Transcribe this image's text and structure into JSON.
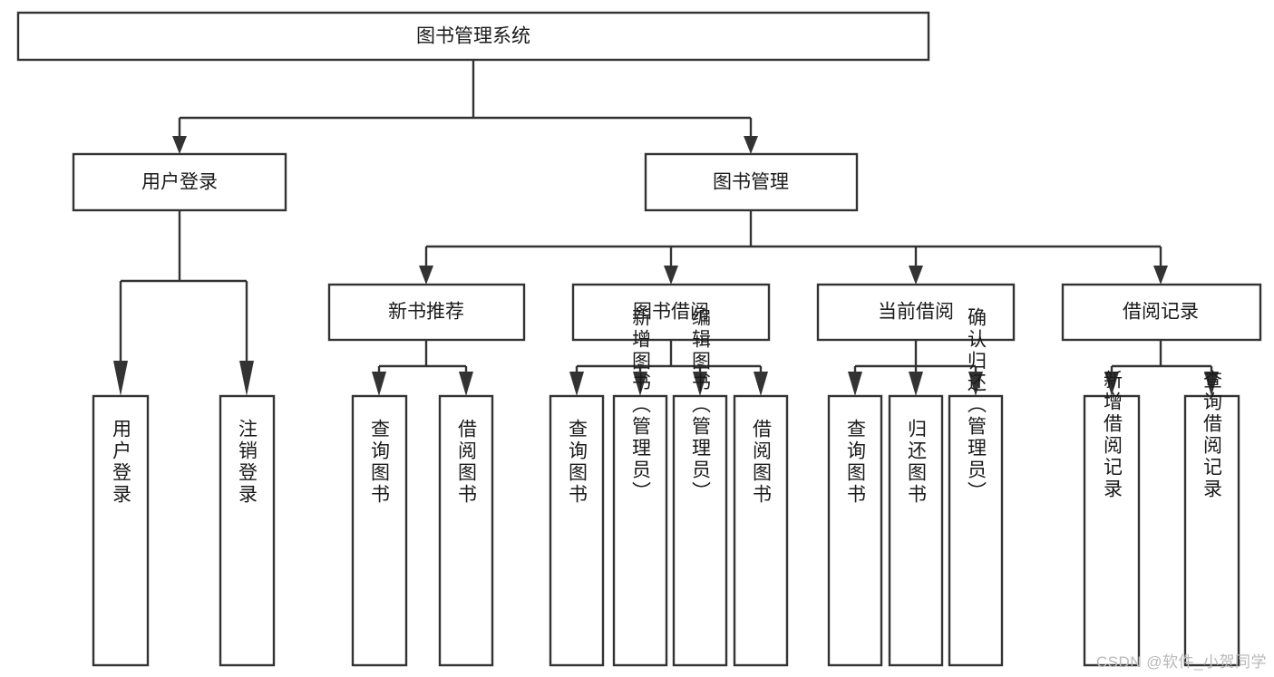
{
  "diagram": {
    "title": "图书管理系统",
    "root": {
      "id": "root",
      "label": "图书管理系统"
    },
    "level2": [
      {
        "id": "user-login",
        "label": "用户登录"
      },
      {
        "id": "book-manage",
        "label": "图书管理"
      }
    ],
    "level3": [
      {
        "id": "new-book-rec",
        "label": "新书推荐"
      },
      {
        "id": "book-borrow",
        "label": "图书借阅"
      },
      {
        "id": "current-borrow",
        "label": "当前借阅"
      },
      {
        "id": "borrow-record",
        "label": "借阅记录"
      }
    ],
    "leaves": {
      "user_login": [
        {
          "id": "leaf-user-login",
          "label": "用户登录"
        },
        {
          "id": "leaf-logout",
          "label": "注销登录"
        }
      ],
      "new_book_rec": [
        {
          "id": "leaf-query-book-1",
          "label": "查询图书"
        },
        {
          "id": "leaf-borrow-book-1",
          "label": "借阅图书"
        }
      ],
      "book_borrow": [
        {
          "id": "leaf-query-book-2",
          "label": "查询图书"
        },
        {
          "id": "leaf-add-book",
          "label": "新增图书（管理员）"
        },
        {
          "id": "leaf-edit-book",
          "label": "编辑图书（管理员）"
        },
        {
          "id": "leaf-borrow-book-2",
          "label": "借阅图书"
        }
      ],
      "current_borrow": [
        {
          "id": "leaf-query-book-3",
          "label": "查询图书"
        },
        {
          "id": "leaf-return-book",
          "label": "归还图书"
        },
        {
          "id": "leaf-confirm-return",
          "label": "确认归还（管理员）"
        }
      ],
      "borrow_record": [
        {
          "id": "leaf-add-record",
          "label": "新增借阅记录"
        },
        {
          "id": "leaf-query-record",
          "label": "查询借阅记录"
        }
      ]
    }
  },
  "watermark": {
    "text": "CSDN @软件_小贺同学"
  },
  "colors": {
    "stroke": "#333333",
    "box_fill": "#ffffff",
    "text": "#1a1a1a",
    "watermark": "#b9b9b9",
    "background": "#ffffff"
  }
}
